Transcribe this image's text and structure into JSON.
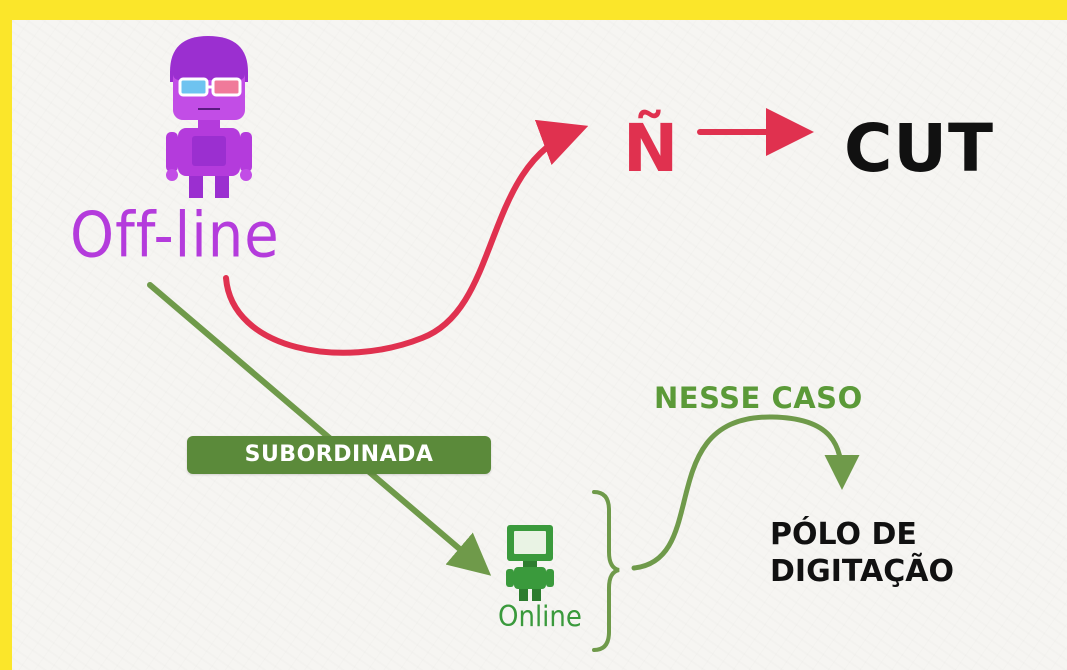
{
  "labels": {
    "offline": "Off-line",
    "enye": "Ñ",
    "cut": "CUT",
    "nesse_caso": "NESSE CASO",
    "subordinada": "SUBORDINADA",
    "polo": "PÓLO DE\nDIGITAÇÃO",
    "online": "Online"
  },
  "icons": {
    "offline_character": "person-with-3d-glasses-icon",
    "online_character": "monitor-head-person-icon"
  },
  "colors": {
    "frame": "#fbe62a",
    "background": "#f6f5f2",
    "offline": "#b43bdc",
    "red_arrow": "#e0314f",
    "green_arrow": "#6f9a4a",
    "badge": "#5b8a3a",
    "online": "#3a9a3c",
    "text_dark": "#111111"
  }
}
